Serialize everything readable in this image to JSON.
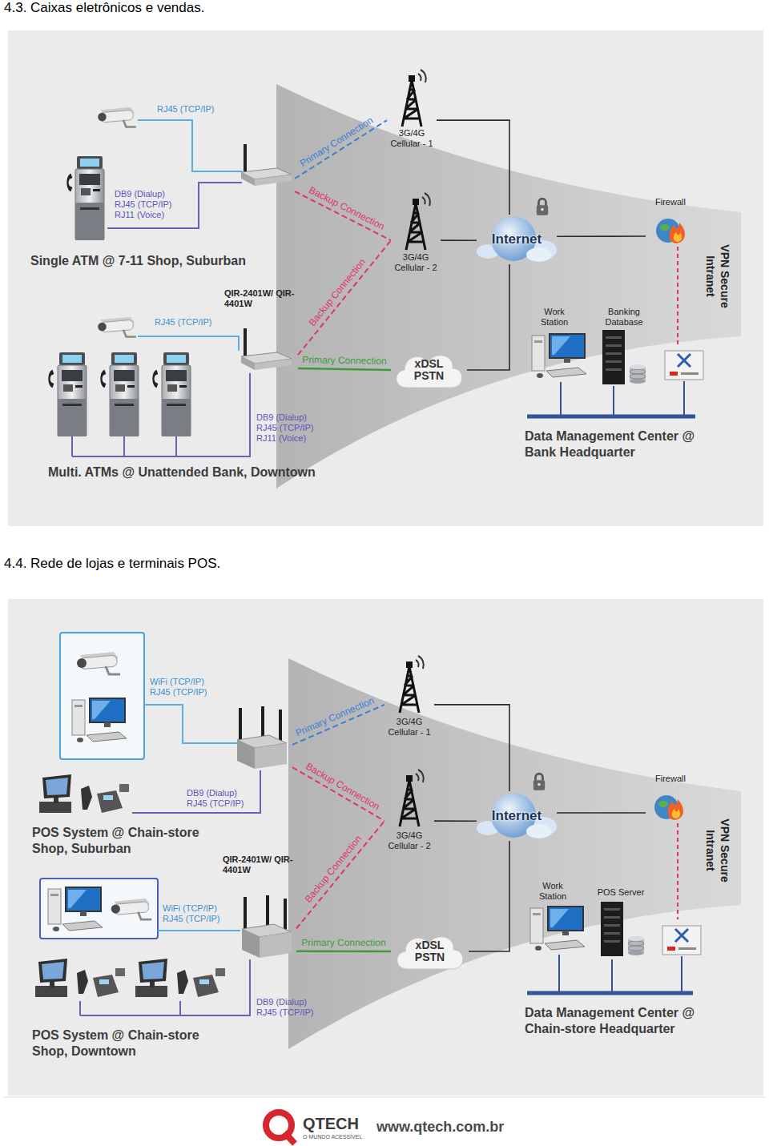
{
  "diagram": {
    "title": "4.3. Caixas eletrônicos e vendas.",
    "nodes": [
      {
        "text": [
          "Single ATM @ 7-11 Shop, Suburban"
        ]
      },
      {
        "text": [
          "QIR-2401W/ QIR-4401W"
        ]
      },
      {
        "text": [
          "Multi. ATMs @ Unattended Bank, Downtown"
        ]
      },
      {
        "text": [
          "3G/4G Cellular - 1"
        ]
      },
      {
        "text": [
          "3G/4G Cellular - 2"
        ]
      },
      {
        "text": [
          "xDSL PSTN"
        ]
      },
      {
        "text": [
          "Internet"
        ]
      },
      {
        "text": [
          "Firewall"
        ]
      },
      {
        "text": [
          "Data Management Center @ Bank Headquarter"
        ]
      },
      {
        "text": [
          "Work Station"
        ]
      },
      {
        "text": [
          "Banking Database"
        ]
      },
      {
        "text": [
          "POS System @ Chain-store Shop, Suburban"
        ]
      },
      {
        "text": [
          "QIR-2401W/ QIR-4401W"
        ]
      },
      {
        "text": [
          "POS System @ Chain-store Shop, Downtown"
        ]
      },
      {
        "text": [
          "3G/4G Cellular - 1"
        ]
      },
      {
        "text": [
          "3G/4G Cellular - 2"
        ]
      },
      {
        "text": [
          "xDSL PSTN"
        ]
      },
      {
        "text": [
          "Internet"
        ]
      },
      {
        "text": [
          "Firewall"
        ]
      },
      {
        "text": [
          "Data Management Center @ Chain-store Headquarter"
        ]
      },
      {
        "text": [
          "Work Station"
        ]
      },
      {
        "text": [
          "POS Server"
        ]
      }
    ],
    "edges": [
      {
        "from": 0,
        "to": 3,
        "label": "Primary Connection",
        "arrow": "none"
      },
      {
        "from": 0,
        "to": 4,
        "label": "Backup Connection",
        "arrow": "none"
      },
      {
        "from": 1,
        "to": 4,
        "label": "Backup Connection",
        "arrow": "none"
      },
      {
        "from": 1,
        "to": 5,
        "label": "Primary Connection",
        "arrow": "none"
      },
      {
        "from": 3,
        "to": 6,
        "arrow": "none"
      },
      {
        "from": 4,
        "to": 6,
        "arrow": "none"
      },
      {
        "from": 5,
        "to": 6,
        "arrow": "none"
      },
      {
        "from": 6,
        "to": 7,
        "arrow": "none"
      },
      {
        "from": 11,
        "to": 14,
        "label": "Primary Connection",
        "arrow": "none"
      },
      {
        "from": 11,
        "to": 15,
        "label": "Backup Connection",
        "arrow": "none"
      },
      {
        "from": 12,
        "to": 15,
        "label": "Backup Connection",
        "arrow": "none"
      },
      {
        "from": 12,
        "to": 16,
        "label": "Primary Connection",
        "arrow": "none"
      },
      {
        "from": 14,
        "to": 17,
        "arrow": "none"
      },
      {
        "from": 15,
        "to": 17,
        "arrow": "none"
      },
      {
        "from": 16,
        "to": 17,
        "arrow": "none"
      },
      {
        "from": 17,
        "to": 18,
        "arrow": "none"
      }
    ],
    "labels": [
      "4.4. Rede de lojas e terminais POS.",
      "RJ45 (TCP/IP)",
      "DB9 (Dialup) RJ45 (TCP/IP) RJ11 (Voice)",
      "RJ45 (TCP/IP)",
      "DB9 (Dialup) RJ45 (TCP/IP) RJ11 (Voice)",
      "VPN Secure Intranet",
      "WiFi (TCP/IP) RJ45 (TCP/IP)",
      "DB9 (Dialup) RJ45 (TCP/IP)",
      "WiFi (TCP/IP) RJ45 (TCP/IP)",
      "DB9 (Dialup) RJ45 (TCP/IP)",
      "VPN Secure Intranet",
      "QTECH",
      "O MUNDO ACESSÍVEL",
      "www.qtech.com.br"
    ]
  }
}
